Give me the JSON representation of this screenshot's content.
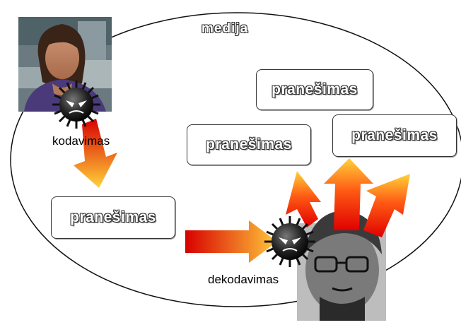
{
  "diagram": {
    "media_label": "medija",
    "encode_label": "kodavimas",
    "decode_label": "dekodavimas",
    "messages": [
      "pranešimas",
      "pranešimas",
      "pranešimas",
      "pranešimas"
    ]
  },
  "colors": {
    "arrow_start": "#e00000",
    "arrow_end": "#ffd23a",
    "outline": "#333333"
  }
}
